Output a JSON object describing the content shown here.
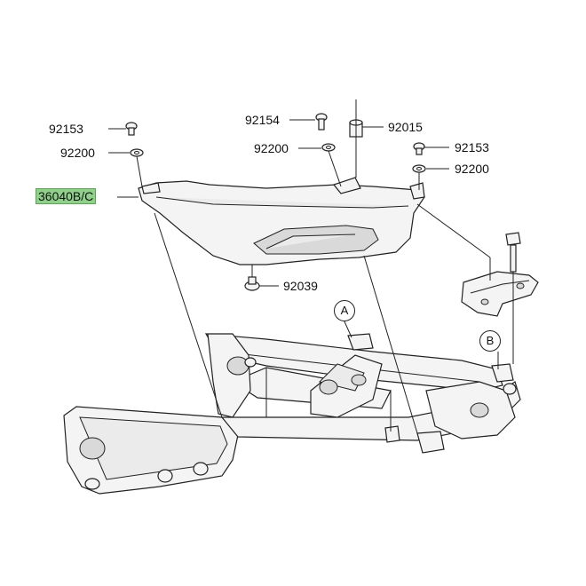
{
  "labels": {
    "l1": "92153",
    "l2": "92200",
    "l3": "36040B/C",
    "l4": "92154",
    "l5": "92200",
    "l6": "92015",
    "l7": "92153",
    "l8": "92200",
    "l9": "92039"
  },
  "callouts": {
    "a": "A",
    "b": "B"
  },
  "highlight_color": "#8fd18a"
}
